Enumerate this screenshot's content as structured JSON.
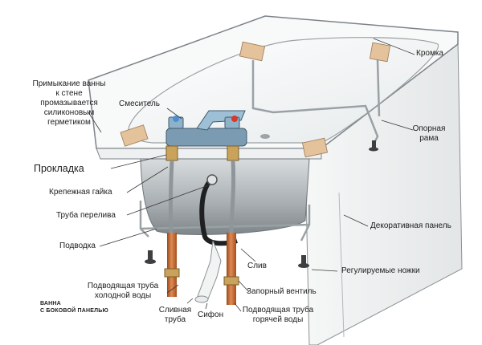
{
  "caption": {
    "line1": "ВАННА",
    "line2": "С БОКОВОЙ ПАНЕЛЬЮ"
  },
  "labels": {
    "kromka": "Кромка",
    "primykanie_1": "Примыкание ванны",
    "primykanie_2": "к стене",
    "primykanie_3": "промазывается",
    "primykanie_4": "силиконовым",
    "primykanie_5": "герметиком",
    "smesitel": "Смеситель",
    "opornaya_1": "Опорная",
    "opornaya_2": "рама",
    "prokladka": "Прокладка",
    "krepezhnaya": "Крепежная гайка",
    "truba_pereliva": "Труба перелива",
    "dekorativnaya": "Декоративная панель",
    "podvodka": "Подводка",
    "sliv": "Слив",
    "reguliruemye": "Регулируемые ножки",
    "zapornyi": "Запорный вентиль",
    "holodnaya_1": "Подводящая труба",
    "holodnaya_2": "холодной воды",
    "slivnaya_1": "Сливная",
    "slivnaya_2": "труба",
    "sifon": "Сифон",
    "goryachaya_1": "Подводящая труба",
    "goryachaya_2": "горячей воды"
  },
  "colors": {
    "tub_outline": "#8a9094",
    "tub_inner": "#f4f6f6",
    "tub_shell": "#b9bfc2",
    "pipe_copper": "#c5662e",
    "wood_block": "#e3c29c",
    "faucet": "#6a8fa8",
    "leader": "#3a3a3a"
  }
}
